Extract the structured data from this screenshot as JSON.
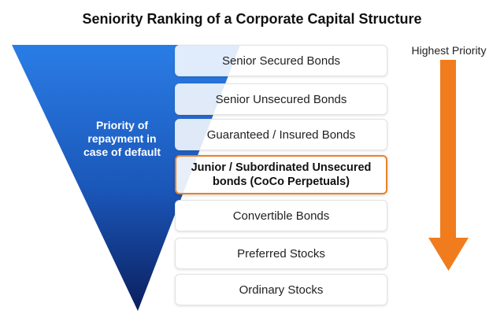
{
  "title": "Seniority Ranking of a Corporate Capital Structure",
  "funnel": {
    "label_lines": [
      "Priority of",
      "repayment in",
      "case of default"
    ],
    "color_top": "#2a7de6",
    "color_bottom": "#0b1f5e"
  },
  "tiers": [
    {
      "label": "Senior Secured Bonds",
      "highlight": false
    },
    {
      "label": "Senior Unsecured Bonds",
      "highlight": false
    },
    {
      "label": "Guaranteed / Insured Bonds",
      "highlight": false
    },
    {
      "label_lines": [
        "Junior / Subordinated Unsecured",
        "bonds (CoCo Perpetuals)"
      ],
      "highlight": true
    },
    {
      "label": "Convertible Bonds",
      "highlight": false
    },
    {
      "label": "Preferred Stocks",
      "highlight": false
    },
    {
      "label": "Ordinary Stocks",
      "highlight": false
    }
  ],
  "priority_arrow": {
    "label": "Highest Priority",
    "color": "#f07c1e"
  },
  "colors": {
    "highlight_border": "#e8822a"
  }
}
